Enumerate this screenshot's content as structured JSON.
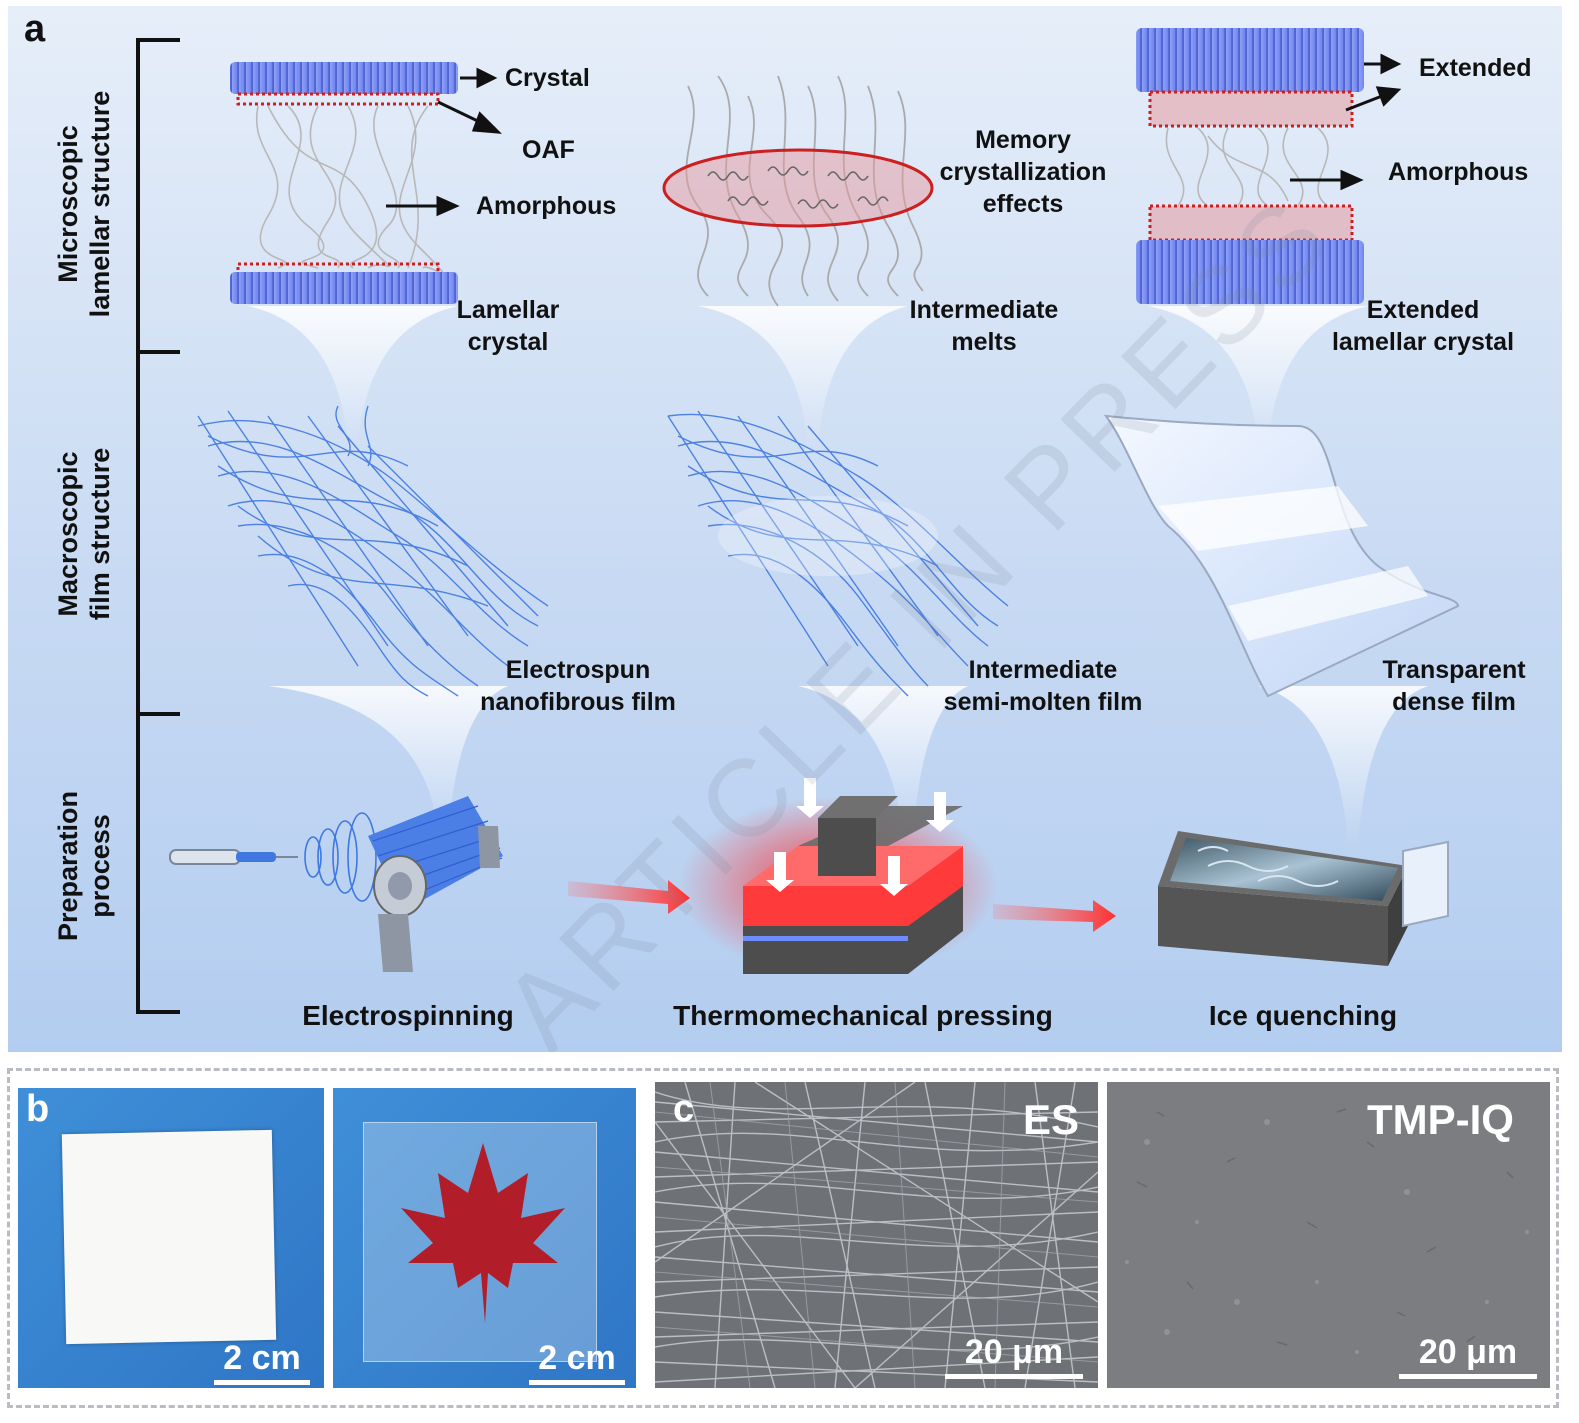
{
  "panel_a": {
    "letter": "a",
    "row_labels": {
      "micro": [
        "Microscopic",
        "lamellar structure"
      ],
      "macro": [
        "Macroscopic",
        "film structure"
      ],
      "prep": [
        "Preparation",
        "process"
      ]
    },
    "micro_left": {
      "crystal": "Crystal",
      "oaf": "OAF",
      "amorphous": "Amorphous",
      "caption": [
        "Lamellar",
        "crystal"
      ]
    },
    "micro_mid": {
      "memory": [
        "Memory",
        "crystallization",
        "effects"
      ],
      "caption": [
        "Intermediate",
        "melts"
      ]
    },
    "micro_right": {
      "extended": "Extended",
      "amorphous": "Amorphous",
      "caption": [
        "Extended",
        "lamellar crystal"
      ]
    },
    "macro_captions": {
      "left": [
        "Electrospun",
        "nanofibrous film"
      ],
      "mid": [
        "Intermediate",
        "semi-molten film"
      ],
      "right": [
        "Transparent",
        "dense film"
      ]
    },
    "process_labels": {
      "left": "Electrospinning",
      "mid": "Thermomechanical pressing",
      "right": "Ice quenching"
    },
    "watermark": "ARTICLE IN PRESS"
  },
  "panel_b": {
    "letter": "b",
    "scale_left": "2 cm",
    "scale_right": "2 cm"
  },
  "panel_c": {
    "letter": "c",
    "tag_left": "ES",
    "tag_right": "TMP-IQ",
    "scale_left": "20 μm",
    "scale_right": "20 μm"
  },
  "colors": {
    "crystal_blue": "#6f86f0",
    "oaf_red": "#cc1f1f",
    "fiber_blue": "#3f78e0",
    "hot_red": "#ff2a2a",
    "bg_top": "#dfe9f7",
    "bg_bottom": "#b9d2f2"
  }
}
